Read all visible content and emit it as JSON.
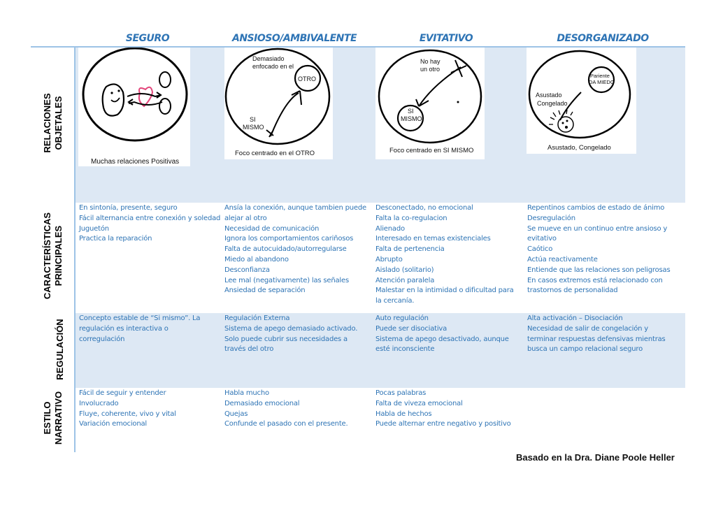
{
  "columns": [
    "SEGURO",
    "ANSIOSO/AMBIVALENTE",
    "EVITATIVO",
    "DESORGANIZADO"
  ],
  "row_labels": {
    "relaciones": [
      "RELACIONES",
      "OBJETALES"
    ],
    "caracteristicas": [
      "CARACTERÍSTICAS",
      "PRINCIPALES"
    ],
    "regulacion": [
      "REGULACIÓN"
    ],
    "estilo": [
      "ESTILO",
      "NARRATIVO"
    ]
  },
  "drawings": {
    "seguro": {
      "caption": "Muchas relaciones Positivas"
    },
    "ansioso": {
      "caption": "Foco centrado en el OTRO",
      "label_top_1": "Demasiado",
      "label_top_2": "enfocado en el",
      "label_otro": "OTRO",
      "label_si": "SI",
      "label_mismo": "MISMO"
    },
    "evitativo": {
      "caption": "Foco centrado en SI MISMO",
      "label_top_1": "No hay",
      "label_top_2": "un otro",
      "label_si": "SI",
      "label_mismo": "MISMO"
    },
    "desorganizado": {
      "caption": "Asustado, Congelado",
      "label_parent_1": "Pariente",
      "label_parent_2": "DA MIEDO",
      "label_left_1": "Asustado",
      "label_left_2": "Congelado"
    }
  },
  "caracteristicas": [
    [
      "En sintonía, presente, seguro",
      "Fácil alternancia entre conexión y soledad",
      "Juguetón",
      "Practica la reparación"
    ],
    [
      "Ansía la conexión, aunque tambien puede alejar al otro",
      "Necesidad de comunicación",
      "Ignora los comportamientos cariñosos",
      "Falta de autocuidado/autorregularse",
      "Miedo al abandono",
      "Desconfianza",
      "Lee mal (negativamente) las señales",
      "Ansiedad de separación"
    ],
    [
      "Desconectado, no emocional",
      "Falta la co-regulacion",
      "Alienado",
      "Interesado en temas existenciales",
      "Falta de pertenencia",
      "Abrupto",
      "Aislado (solitario)",
      "Atención paralela",
      "Malestar en la intimidad o dificultad para la cercanía."
    ],
    [
      "Repentinos cambios de estado de ánimo",
      "Desregulación",
      "Se mueve en un continuo entre ansioso y evitativo",
      "Caótico",
      "Actúa reactivamente",
      "Entiende que las relaciones son peligrosas",
      "En casos extremos está relacionado con trastornos de personalidad"
    ]
  ],
  "regulacion": [
    [
      "Concepto estable de “Si mismo”. La regulación es interactiva o corregulación"
    ],
    [
      "Regulación Externa",
      "Sistema de apego demasiado activado.",
      "Solo puede cubrir sus necesidades a través del otro"
    ],
    [
      "Auto regulación",
      "Puede ser disociativa",
      "Sistema de apego desactivado, aunque esté inconsciente"
    ],
    [
      "Alta activación – Disociación",
      "Necesidad de salir de congelación y terminar respuestas defensivas mientras busca un campo relacional seguro"
    ]
  ],
  "estilo": [
    [
      "Fácil de seguir y entender",
      "Involucrado",
      "Fluye, coherente, vivo y vital",
      "Variación emocional"
    ],
    [
      "Habla mucho",
      "Demasiado emocional",
      "Quejas",
      "Confunde el pasado con el presente."
    ],
    [
      "Pocas palabras",
      "Falta de viveza emocional",
      "Habla de hechos",
      "Puede alternar entre negativo y positivo"
    ],
    []
  ],
  "footer": "Basado en la Dra. Diane Poole Heller"
}
